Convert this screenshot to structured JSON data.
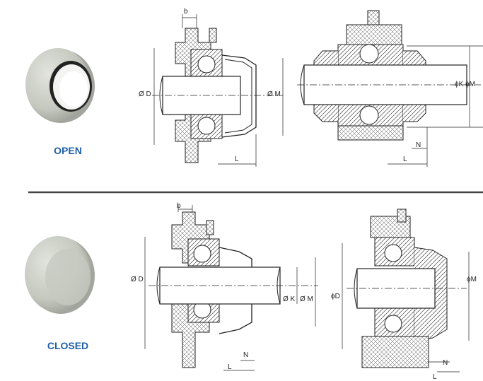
{
  "sections": {
    "open": {
      "label": "OPEN",
      "dims": {
        "b": "b",
        "diam_d": "Ø D",
        "diam_m": "Ø M",
        "l": "L",
        "diam_k_m": "ϕK ϕM",
        "n": "N",
        "l2": "L"
      }
    },
    "closed": {
      "label": "CLOSED",
      "dims": {
        "b": "b",
        "diam_d": "Ø D",
        "diam_k": "Ø K",
        "diam_m": "Ø M",
        "n": "N",
        "l": "L",
        "phi_d": "ϕD",
        "phi_m": "ϕM",
        "n2": "N",
        "l2": "L"
      }
    }
  },
  "colors": {
    "label": "#1f5fa8",
    "divider": "#444444",
    "cap": "#c8cbc3",
    "cap_shadow": "#9a9d96"
  }
}
